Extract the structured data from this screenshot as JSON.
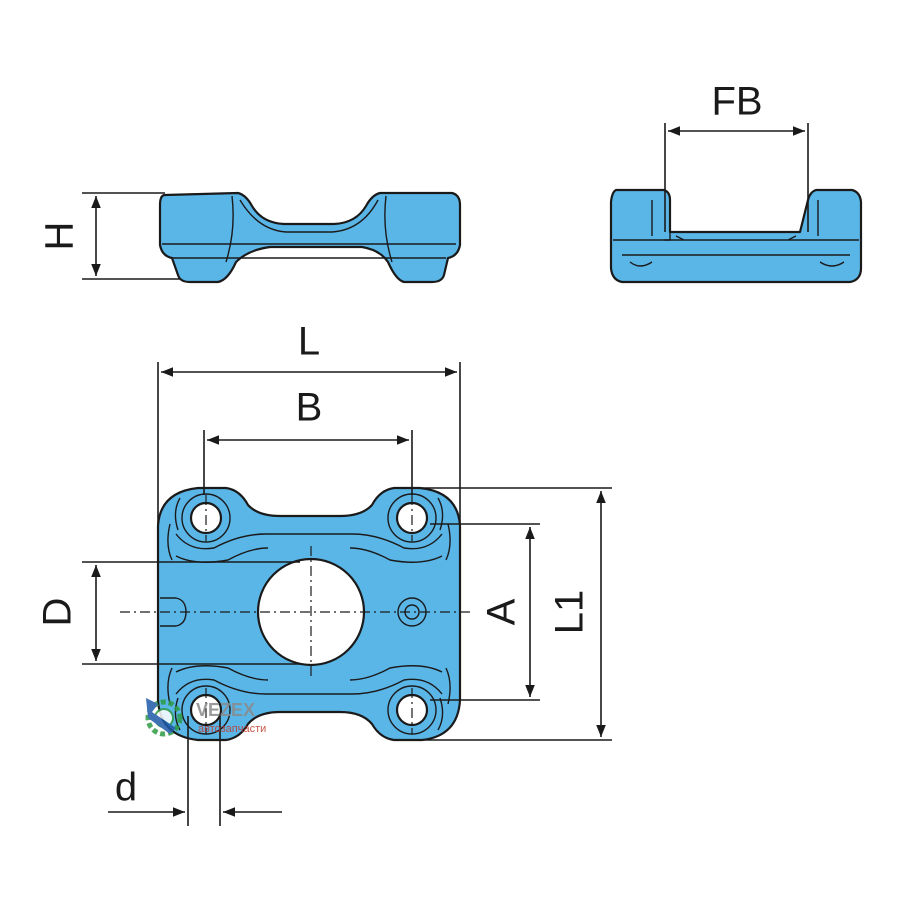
{
  "labels": {
    "H": "H",
    "FB": "FB",
    "L": "L",
    "B": "B",
    "D": "D",
    "A": "A",
    "L1": "L1",
    "d": "d"
  },
  "watermark": {
    "brand": "VEZEX",
    "subtitle": "автозапчасти",
    "icon": "gear-wrench-logo-icon"
  },
  "colors": {
    "part_fill": "#5bb6e8",
    "outline": "#1a1a1a",
    "background": "#ffffff"
  }
}
